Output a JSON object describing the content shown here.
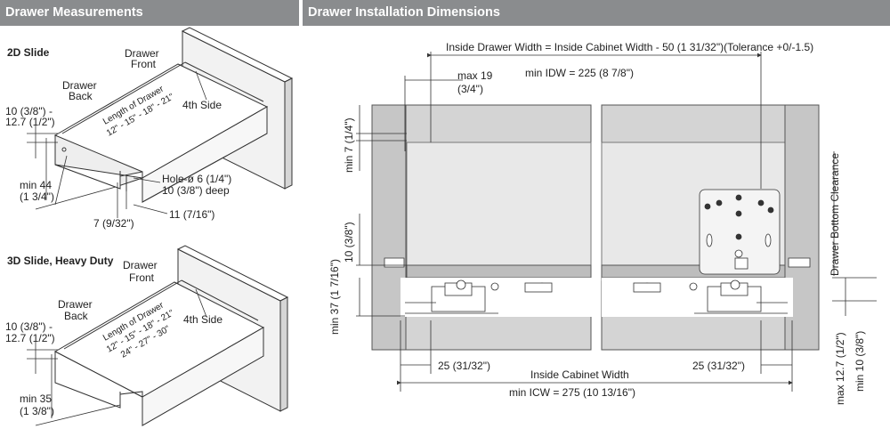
{
  "headers": {
    "left": "Drawer Measurements",
    "right": "Drawer Installation Dimensions"
  },
  "slide2d": {
    "title": "2D Slide",
    "drawer_front": [
      "Drawer",
      "Front"
    ],
    "drawer_back": [
      "Drawer",
      "Back"
    ],
    "fourth_side": "4th Side",
    "length_line1": "Length of Drawer",
    "length_line2": "12\" - 15\" - 18\" - 21\"",
    "left_dim": [
      "10 (3/8\") -",
      "12.7 (1/2\")"
    ],
    "min_dim": [
      "min 44",
      "(1 3/4\")"
    ],
    "hole": [
      "Hole-ø 6 (1/4\")",
      "10 (3/8\") deep"
    ],
    "dim_7": "7 (9/32\")",
    "dim_11": "11 (7/16\")"
  },
  "slide3d": {
    "title": "3D Slide, Heavy Duty",
    "drawer_front": [
      "Drawer",
      "Front"
    ],
    "drawer_back": [
      "Drawer",
      "Back"
    ],
    "fourth_side": "4th Side",
    "length_line1": "Length of Drawer",
    "length_line2": "12\" - 15\" - 18\" - 21\"",
    "length_line3": "24\" - 27\" - 30\"",
    "left_dim": [
      "10 (3/8\") -",
      "12.7 (1/2\")"
    ],
    "min_dim": [
      "min 35",
      "(1 3/8\")"
    ]
  },
  "install": {
    "inside_drawer_width": "Inside Drawer Width = Inside Cabinet Width - 50 (1 31/32\")(Tolerance +0/-1.5)",
    "max19": [
      "max 19",
      "(3/4\")"
    ],
    "min_idw": "min IDW = 225 (8 7/8\")",
    "min7": "min 7 (1/4\")",
    "dim_10": "10 (3/8\")",
    "min37": "min 37 (1 7/16\")",
    "dim25_left": "25  (31/32\")",
    "dim25_right": "25  (31/32\")",
    "inside_cabinet_width": "Inside Cabinet Width",
    "min_icw": "min ICW = 275 (10 13/16\")",
    "drawer_bottom_clearance": "Drawer Bottom Clearance",
    "max127": "max 12.7 (1/2\")",
    "min10": "min 10 (3/8\")"
  },
  "colors": {
    "header_bg": "#8a8c8e",
    "panel_fill": "#e2e2e2",
    "side_fill": "#c9c9c9",
    "line": "#333333"
  }
}
